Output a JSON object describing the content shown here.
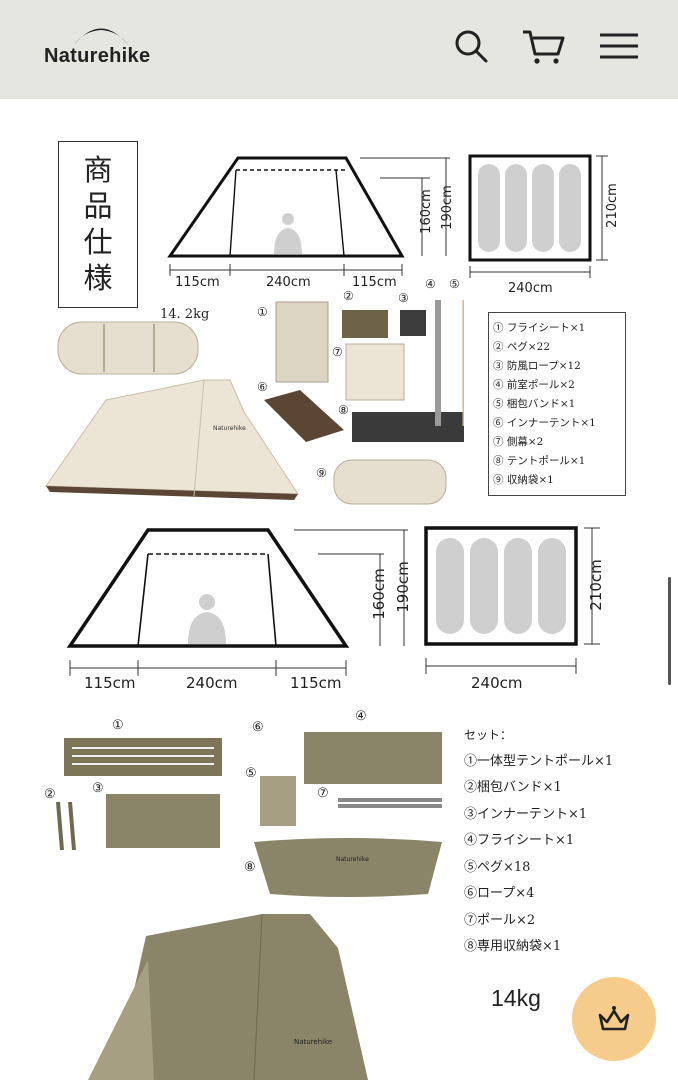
{
  "header": {
    "brand": "Naturehike",
    "icons": [
      "search-icon",
      "cart-icon",
      "menu-icon"
    ],
    "background": "#e6e6e1"
  },
  "spec": {
    "title_chars": [
      "商",
      "品",
      "仕",
      "様"
    ],
    "diagram1": {
      "widths": [
        "115cm",
        "240cm",
        "115cm"
      ],
      "heights": [
        "160cm",
        "190cm"
      ],
      "floor_width": "240cm",
      "floor_depth": "210cm"
    },
    "weight": "14. 2kg",
    "item_numbers": [
      "①",
      "②",
      "③",
      "④",
      "⑤",
      "⑥",
      "⑦",
      "⑧",
      "⑨"
    ],
    "items": [
      "① フライシート×1",
      "② ペグ×22",
      "③ 防風ロープ×12",
      "④ 前室ポール×2",
      "⑤ 梱包バンド×1",
      "⑥ インナーテント×1",
      "⑦ 側幕×2",
      "⑧ テントポール×1",
      "⑨ 収納袋×1"
    ]
  },
  "diagram2": {
    "widths": [
      "115cm",
      "240cm",
      "115cm"
    ],
    "heights": [
      "160cm",
      "190cm"
    ],
    "floor_width": "240cm",
    "floor_depth": "210cm"
  },
  "set": {
    "numbers": [
      "①",
      "②",
      "③",
      "④",
      "⑤",
      "⑥",
      "⑦",
      "⑧"
    ],
    "title": "セット：",
    "items": [
      "①一体型テントポール×1",
      "②梱包バンド×1",
      "③インナーテント×1",
      "④フライシート×1",
      "⑤ペグ×18",
      "⑥ロープ×4",
      "⑦ポール×2",
      "⑧専用収納袋×1"
    ],
    "weight": "14kg"
  },
  "tent_brand": "Naturehike",
  "colors": {
    "beige": "#e8e2d4",
    "olive": "#8a8468",
    "brown": "#5b4636",
    "fab": "#f5cc8c"
  },
  "fab_icon": "crown-icon"
}
